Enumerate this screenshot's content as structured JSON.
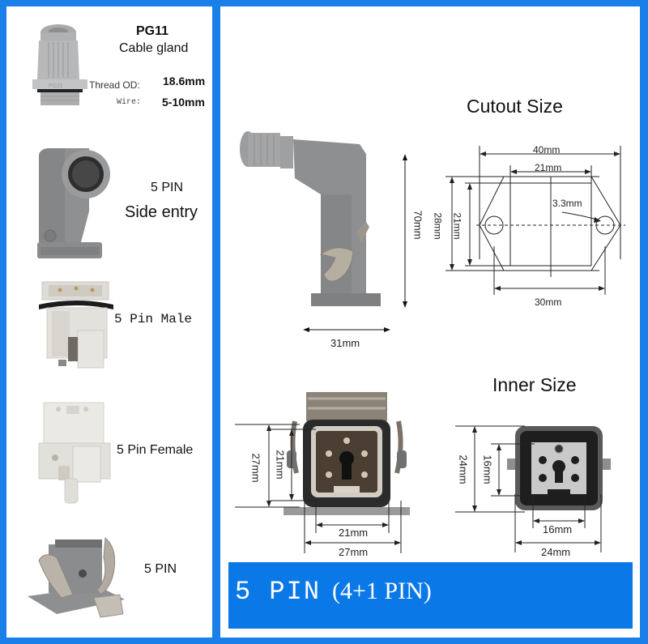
{
  "frame": {
    "border_color": "#1a7fe8",
    "banner_color": "#0b78e8"
  },
  "left_panel": {
    "items": [
      {
        "title": "PG11",
        "subtitle": "Cable gland",
        "specs": [
          {
            "label": "Thread OD:",
            "value": "18.6mm"
          },
          {
            "label": "Wire:",
            "value": "5-10mm"
          }
        ],
        "icon": "cable-gland-photo",
        "stamp": "PG11"
      },
      {
        "line1": "5 PIN",
        "line2": "Side entry",
        "icon": "side-entry-hood-photo"
      },
      {
        "label": "5 Pin Male",
        "icon": "male-insert-photo"
      },
      {
        "label": "5 Pin Female",
        "icon": "female-insert-photo"
      },
      {
        "label": "5 PIN",
        "icon": "housing-base-photo"
      }
    ]
  },
  "right_panel": {
    "side_view": {
      "height_label": "70mm",
      "width_label": "31mm",
      "icon": "assembled-connector-photo"
    },
    "cutout": {
      "title": "Cutout Size",
      "dims": {
        "overall_width": "40mm",
        "inner_width": "21mm",
        "hole_spacing": "30mm",
        "overall_height": "28mm",
        "inner_height": "21mm",
        "hole_diameter": "3.3mm"
      }
    },
    "front_view": {
      "dims": {
        "outer_height": "27mm",
        "inner_height": "21mm",
        "inner_width": "21mm",
        "outer_width": "27mm"
      },
      "icon": "front-face-photo"
    },
    "inner": {
      "title": "Inner Size",
      "dims": {
        "outer_height": "24mm",
        "inner_height": "16mm",
        "inner_width": "16mm",
        "outer_width": "24mm"
      },
      "icon": "inner-face-photo"
    },
    "banner": {
      "main": "5 PIN",
      "sub": "(4+1 PIN)"
    }
  }
}
